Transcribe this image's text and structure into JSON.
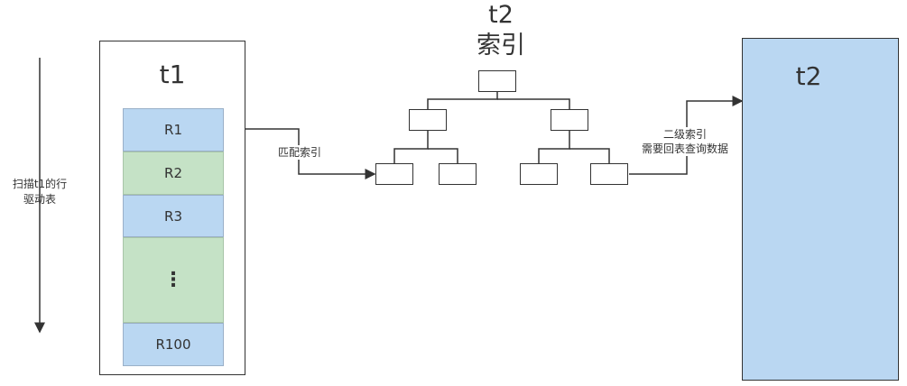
{
  "scan_label_line1": "扫描t1的行",
  "scan_label_line2": "驱动表",
  "t1_table": {
    "title": "t1",
    "rows": [
      "R1",
      "R2",
      "R3",
      "⋮",
      "R100"
    ]
  },
  "index": {
    "title_line1": "t2",
    "title_line2": "索引"
  },
  "match_label": "匹配索引",
  "secondary_label_line1": "二级索引",
  "secondary_label_line2": "需要回表查询数据",
  "t2_table": {
    "title": "t2"
  },
  "colors": {
    "row_blue": "#bad7f2",
    "row_green": "#c5e2c6",
    "line": "#333333"
  }
}
